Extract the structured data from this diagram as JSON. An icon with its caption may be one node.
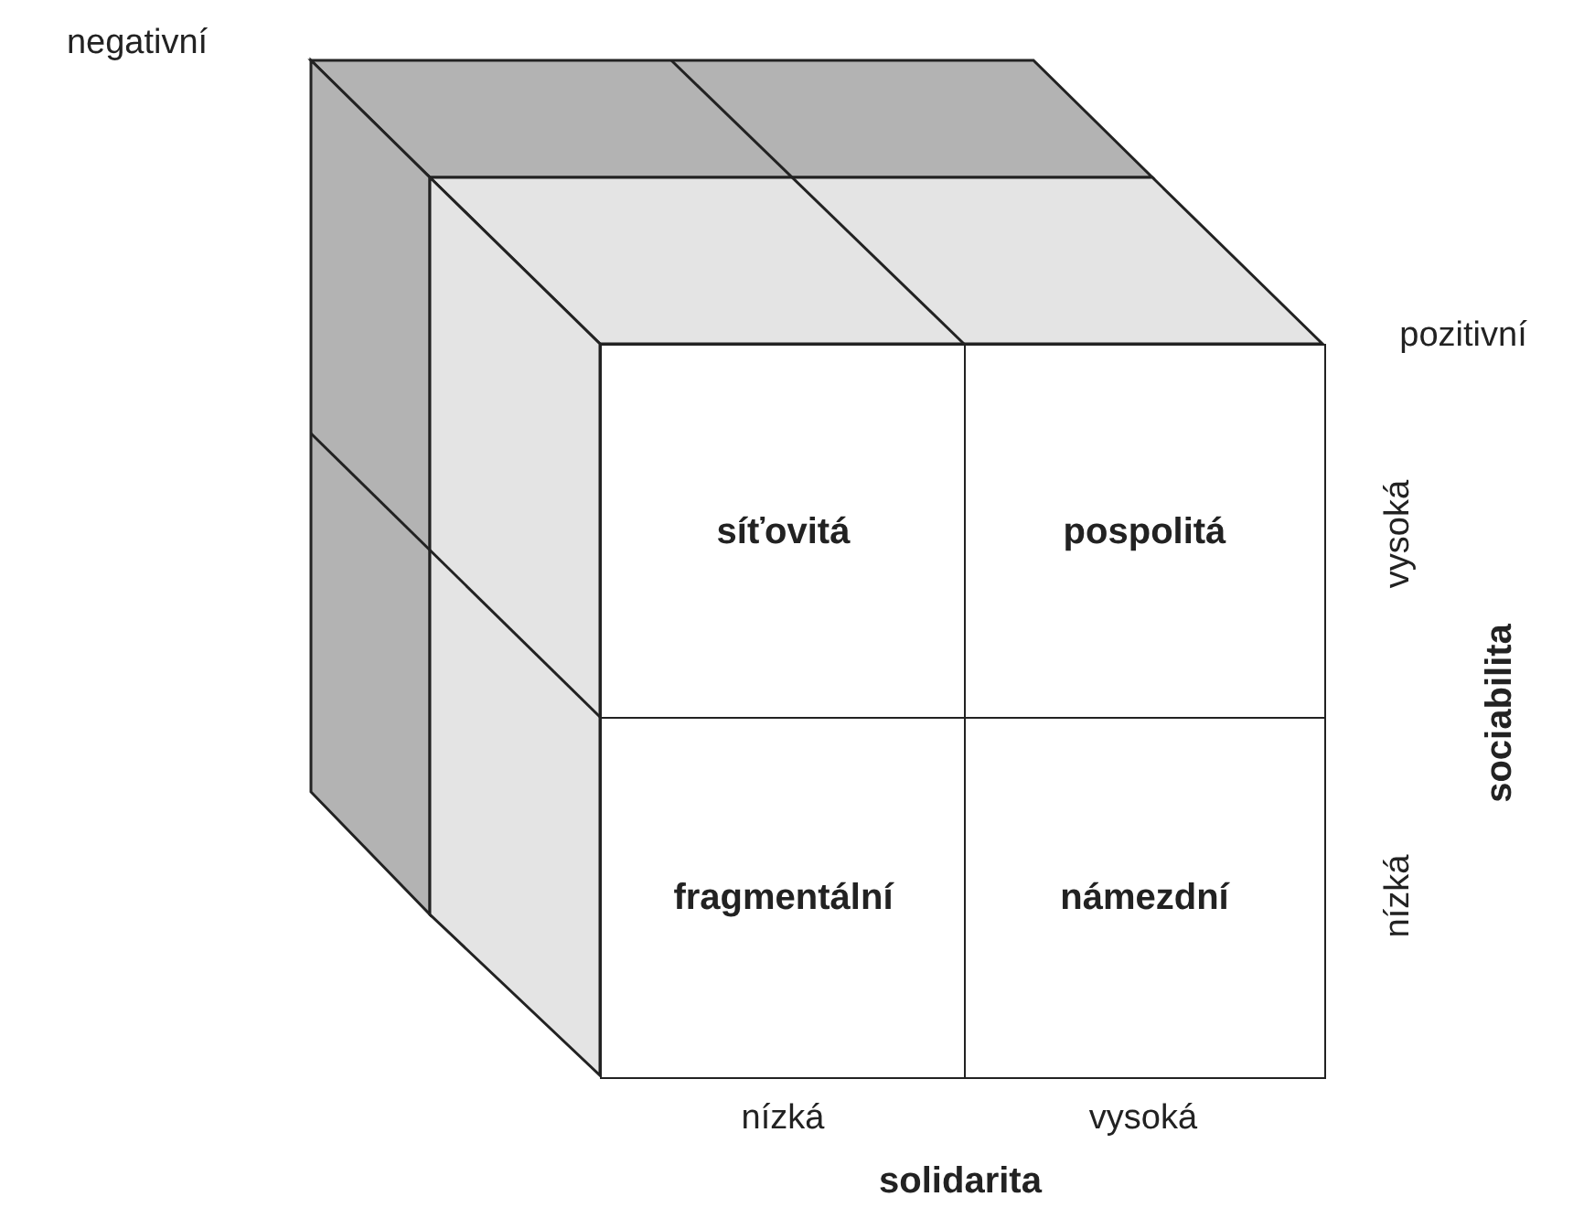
{
  "diagram": {
    "nodes": [
      {
        "text": [
          "síťovitá"
        ]
      },
      {
        "text": [
          "pospolitá"
        ]
      },
      {
        "text": [
          "fragmentální"
        ]
      },
      {
        "text": [
          "námezdní"
        ]
      }
    ],
    "labels": [
      "negativní",
      "pozitivní",
      "vysoká",
      "nízká",
      "sociabilita",
      "nízká",
      "vysoká",
      "solidarita"
    ]
  }
}
